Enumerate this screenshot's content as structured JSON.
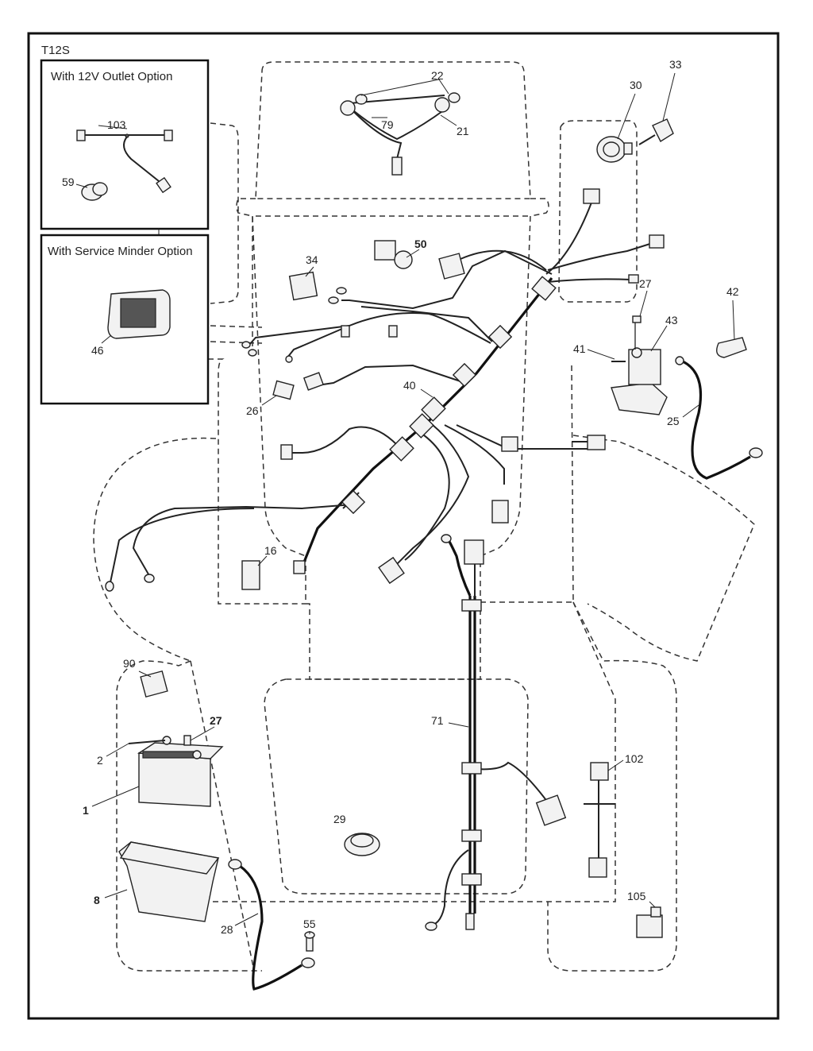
{
  "diagram_code": "T12S",
  "insets": {
    "outlet": {
      "title": "With 12V Outlet Option"
    },
    "minder": {
      "title": "With Service Minder Option"
    }
  },
  "callouts": {
    "p1": "1",
    "p2": "2",
    "p8": "8",
    "p16": "16",
    "p21": "21",
    "p22": "22",
    "p25": "25",
    "p26": "26",
    "p27a": "27",
    "p27b": "27",
    "p28": "28",
    "p29": "29",
    "p30": "30",
    "p33": "33",
    "p34": "34",
    "p40": "40",
    "p41": "41",
    "p42": "42",
    "p43": "43",
    "p46": "46",
    "p50": "50",
    "p55": "55",
    "p59": "59",
    "p71": "71",
    "p79": "79",
    "p90": "90",
    "p102": "102",
    "p103": "103",
    "p105": "105"
  },
  "colors": {
    "line": "#222222",
    "frame": "#111111",
    "fill": "#f2f2f2"
  }
}
